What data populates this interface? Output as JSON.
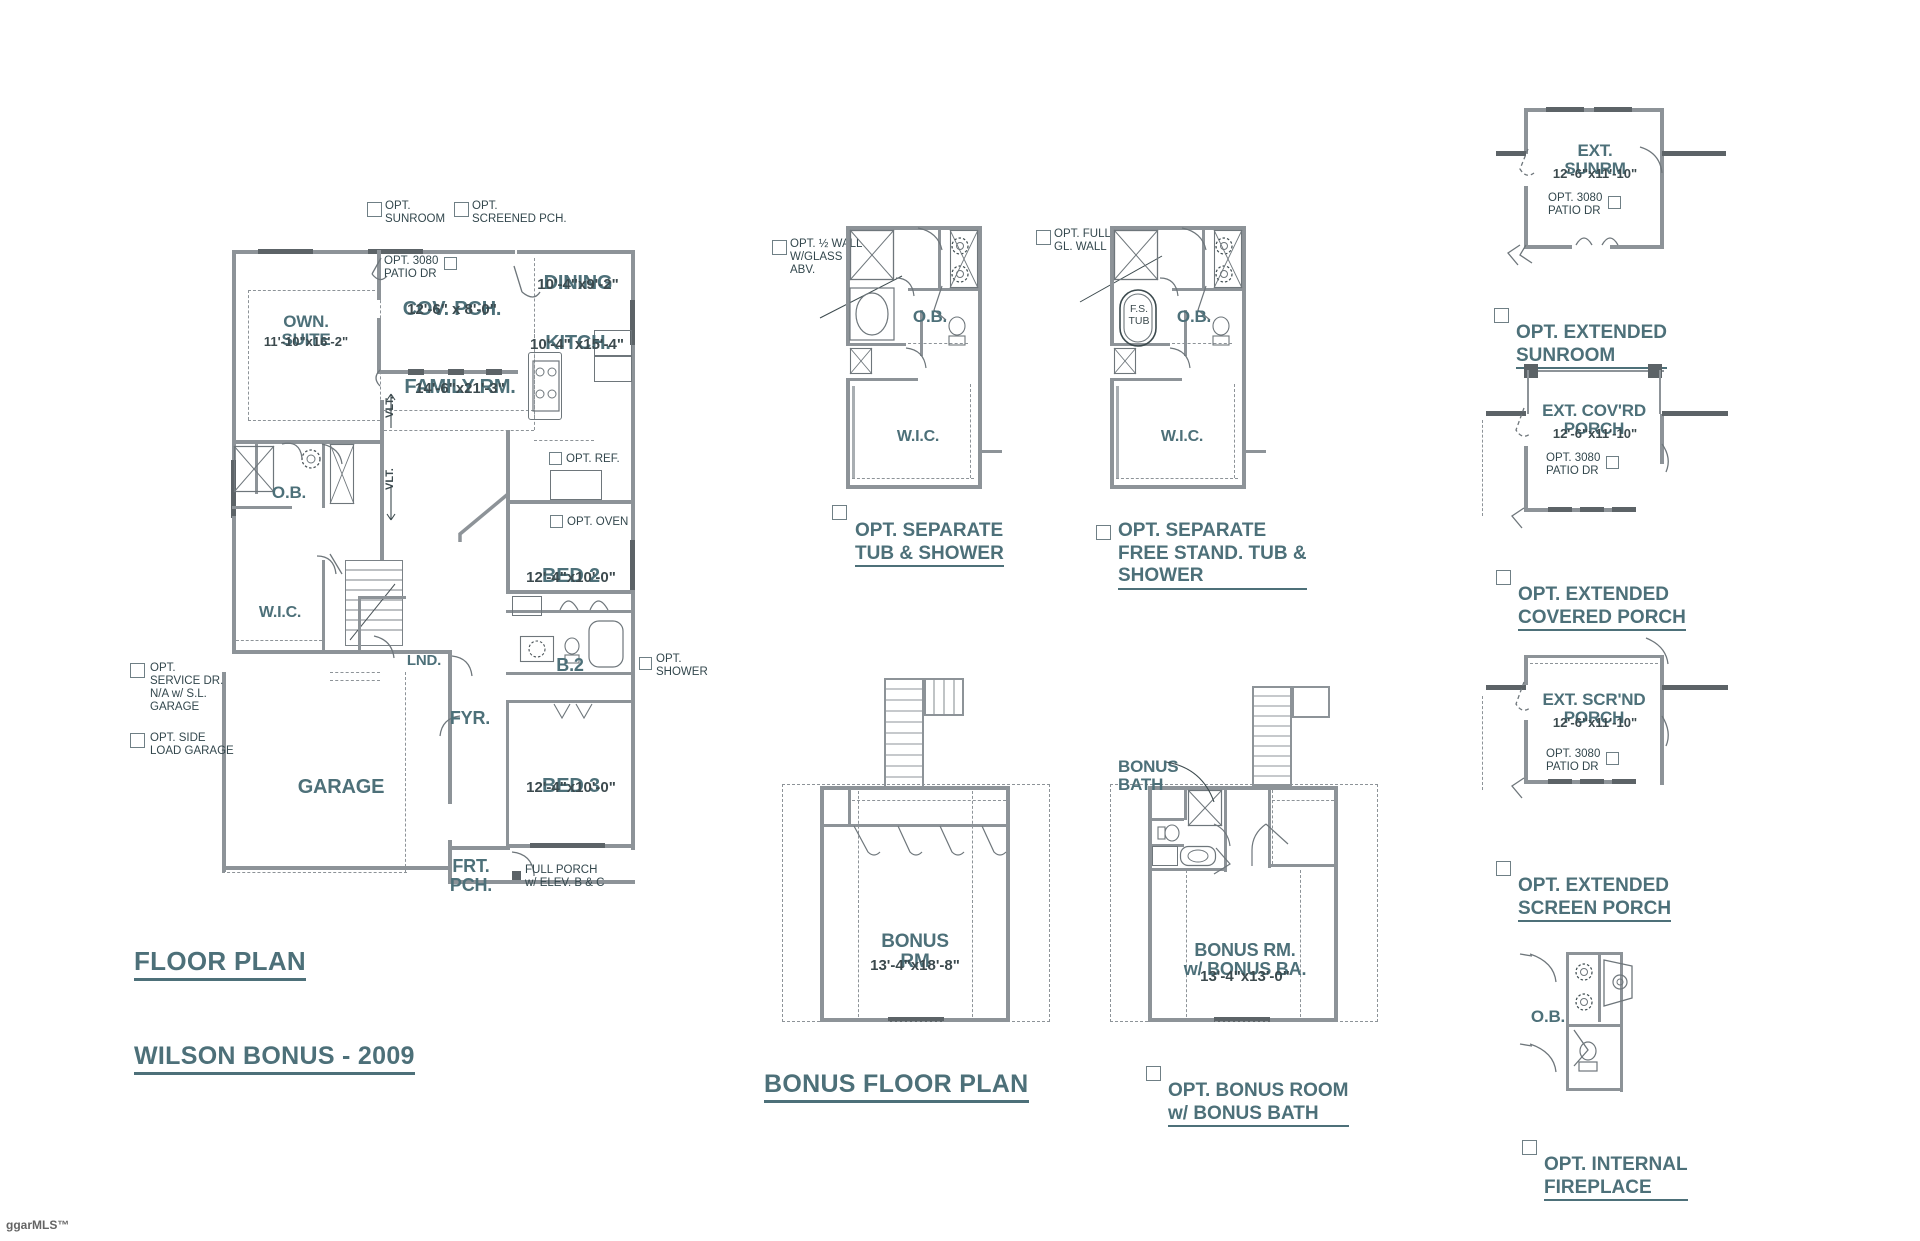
{
  "document": {
    "titles": {
      "floor_plan": "FLOOR PLAN",
      "plan_name": "WILSON BONUS - 2009",
      "bonus_floor_plan": "BONUS FLOOR PLAN"
    },
    "watermark": "ggarMLS™",
    "accent_color": "#4d7079",
    "wall_color": "#8d9398",
    "text_color": "#3c4a4e"
  },
  "main_plan": {
    "rooms": [
      {
        "name": "OWN.\nSUITE",
        "dim": "11'-10\"x16'-2\""
      },
      {
        "name": "COV. PCH.",
        "dim": "12'-6\" x 8'-0\""
      },
      {
        "name": "DINING",
        "dim": "10'-4\"x9'-2\""
      },
      {
        "name": "KITCH.",
        "dim": "10'-4\" x15'-4\""
      },
      {
        "name": "FAMILY RM.",
        "dim": "14'-6\"x21'-3\""
      },
      {
        "name": "O.B.",
        "dim": ""
      },
      {
        "name": "W.I.C.",
        "dim": ""
      },
      {
        "name": "LND.",
        "dim": ""
      },
      {
        "name": "BED 2",
        "dim": "12'-4\"x10'-0\""
      },
      {
        "name": "B.2",
        "dim": ""
      },
      {
        "name": "BED 3",
        "dim": "12'-4\"x10'-0\""
      },
      {
        "name": "GARAGE",
        "dim": ""
      },
      {
        "name": "FYR.",
        "dim": ""
      },
      {
        "name": "FRT.\nPCH.",
        "dim": ""
      }
    ],
    "notes": {
      "opt_sunroom": "OPT.\nSUNROOM",
      "opt_screened_pch": "OPT.\nSCREENED PCH.",
      "opt_patio_dr": "OPT. 3080\nPATIO DR",
      "opt_ref": "OPT. REF.",
      "opt_oven": "OPT. OVEN",
      "opt_shower": "OPT.\nSHOWER",
      "opt_service_dr": "OPT.\nSERVICE DR.\nN/A w/ S.L.\nGARAGE",
      "opt_side_load_garage": "OPT. SIDE\nLOAD GARAGE",
      "full_porch": "FULL PORCH\nw/ ELEV. B & C",
      "vlt": "VLT."
    }
  },
  "opt_tub_shower": {
    "caption": "OPT. SEPARATE\nTUB & SHOWER",
    "note": "OPT. ½ WALL\nW/GLASS\nABV.",
    "rooms": [
      {
        "name": "O.B."
      },
      {
        "name": "W.I.C."
      }
    ]
  },
  "opt_free_stand_tub": {
    "caption": "OPT. SEPARATE\nFREE STAND. TUB &\nSHOWER",
    "note": "OPT. FULL\nGL. WALL",
    "tub_label": "F.S.\nTUB",
    "rooms": [
      {
        "name": "O.B."
      },
      {
        "name": "W.I.C."
      }
    ]
  },
  "bonus_plan": {
    "room": {
      "name": "BONUS\nRM",
      "dim": "13'-4\"x18'-8\""
    },
    "caption": "BONUS FLOOR PLAN"
  },
  "opt_bonus_bath": {
    "caption": "OPT. BONUS ROOM\nw/ BONUS BATH",
    "callout": "BONUS\nBATH",
    "room": {
      "name": "BONUS RM.\nw/ BONUS BA.",
      "dim": "13'-4\"x13'-0\""
    }
  },
  "options_column": [
    {
      "id": "extended-sunroom",
      "room_name": "EXT.\nSUNRM",
      "room_dim": "12'-6\"x11'-10\"",
      "patio_note": "OPT. 3080\nPATIO DR",
      "caption": "OPT. EXTENDED\nSUNROOM"
    },
    {
      "id": "extended-covered-porch",
      "room_name": "EXT. COV'RD\nPORCH",
      "room_dim": "12'-6\"x11'-10\"",
      "patio_note": "OPT. 3080\nPATIO DR",
      "caption": "OPT. EXTENDED\nCOVERED PORCH"
    },
    {
      "id": "extended-screen-porch",
      "room_name": "EXT. SCR'ND\nPORCH",
      "room_dim": "12'-6\"x11'-10\"",
      "patio_note": "OPT. 3080\nPATIO DR",
      "caption": "OPT. EXTENDED\nSCREEN PORCH"
    },
    {
      "id": "internal-fireplace",
      "room_name": "O.B.",
      "room_dim": "",
      "patio_note": "",
      "caption": "OPT. INTERNAL\nFIREPLACE"
    }
  ]
}
